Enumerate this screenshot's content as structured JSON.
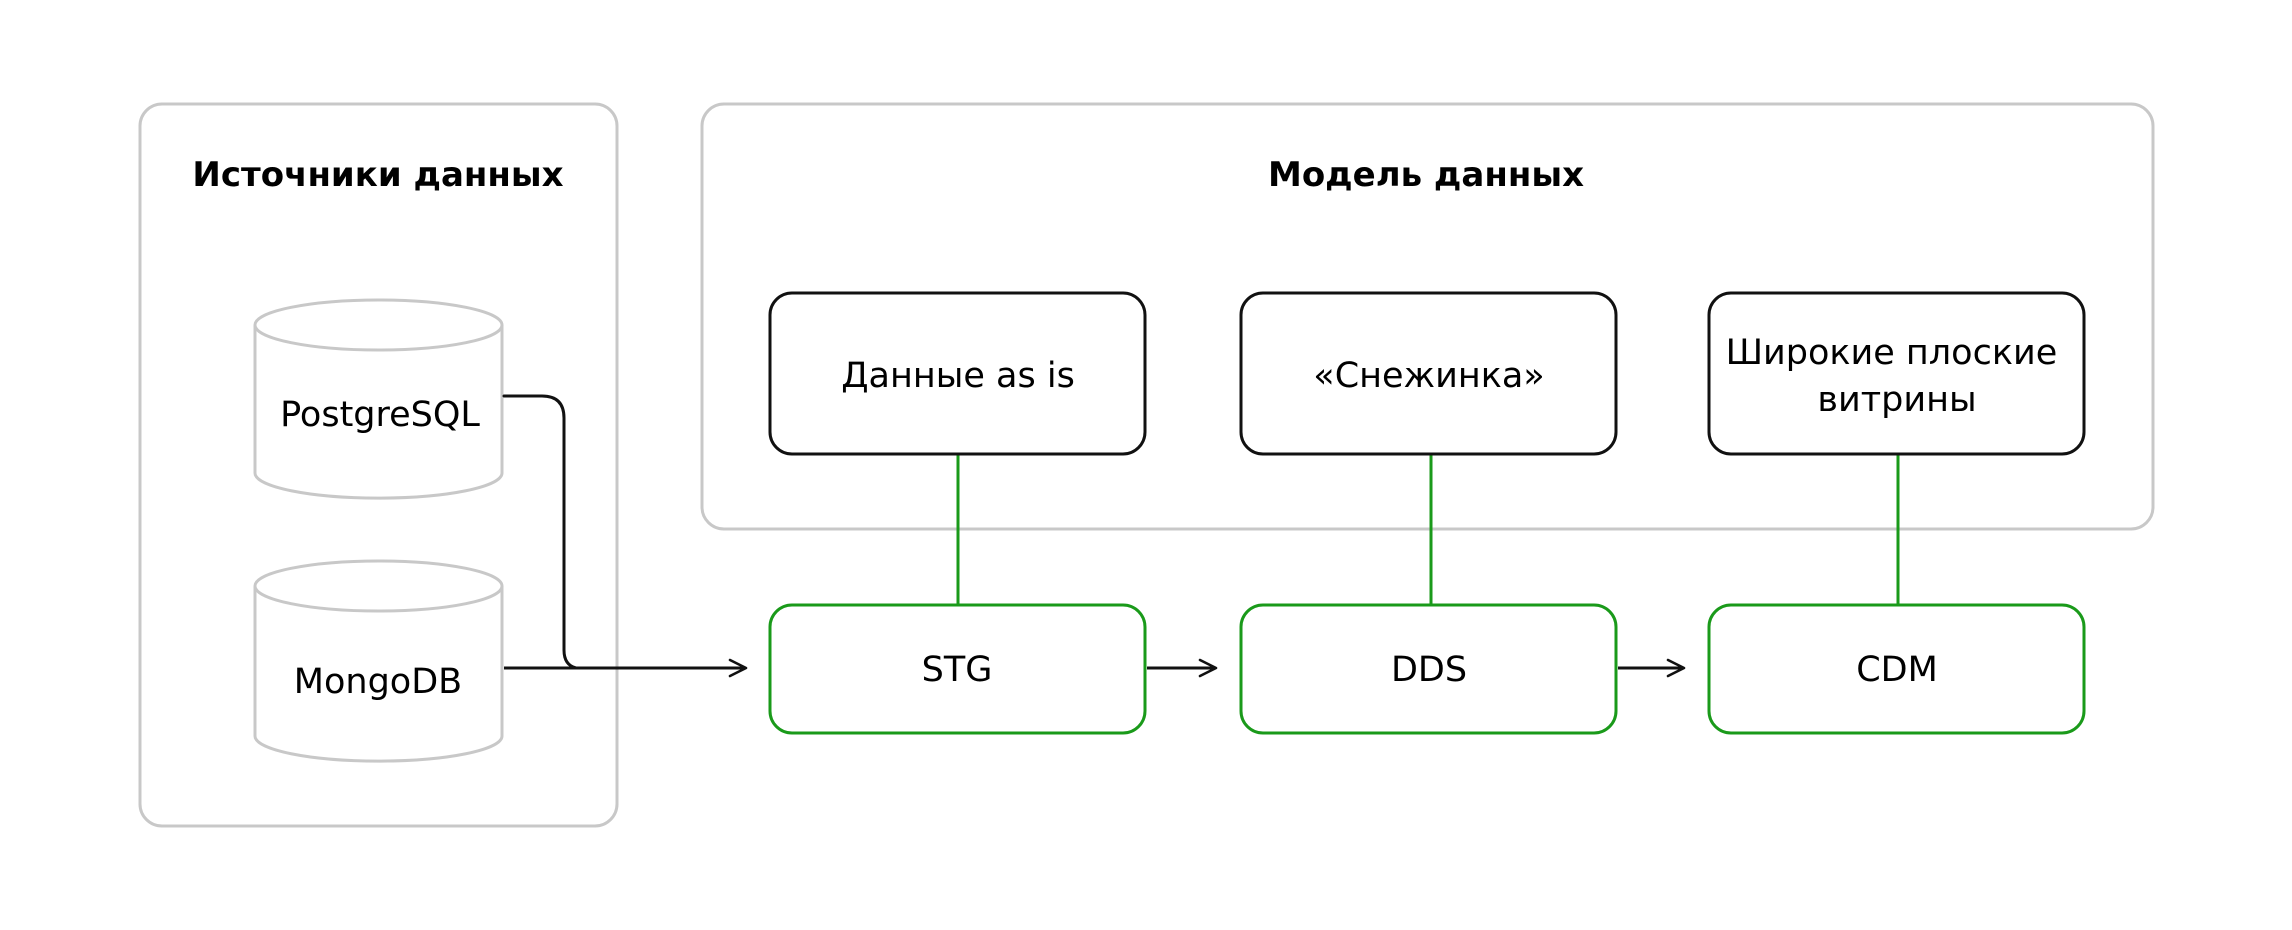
{
  "colors": {
    "group_border": "#c8c8c8",
    "database_border": "#c8c8c8",
    "model_node_border": "#111111",
    "layer_node_border": "#1a9a1a",
    "layer_link": "#1a9a1a",
    "flow_arrow": "#111111",
    "background": "#ffffff"
  },
  "sources": {
    "title": "Источники данных",
    "databases": [
      {
        "label": "PostgreSQL"
      },
      {
        "label": "MongoDB"
      }
    ]
  },
  "model": {
    "title": "Модель данных",
    "nodes": [
      {
        "lines": [
          "Данные as is"
        ]
      },
      {
        "lines": [
          "«Снежинка»"
        ]
      },
      {
        "lines": [
          "Широкие плоские",
          "витрины"
        ]
      }
    ]
  },
  "layers": [
    {
      "label": "STG"
    },
    {
      "label": "DDS"
    },
    {
      "label": "CDM"
    }
  ]
}
